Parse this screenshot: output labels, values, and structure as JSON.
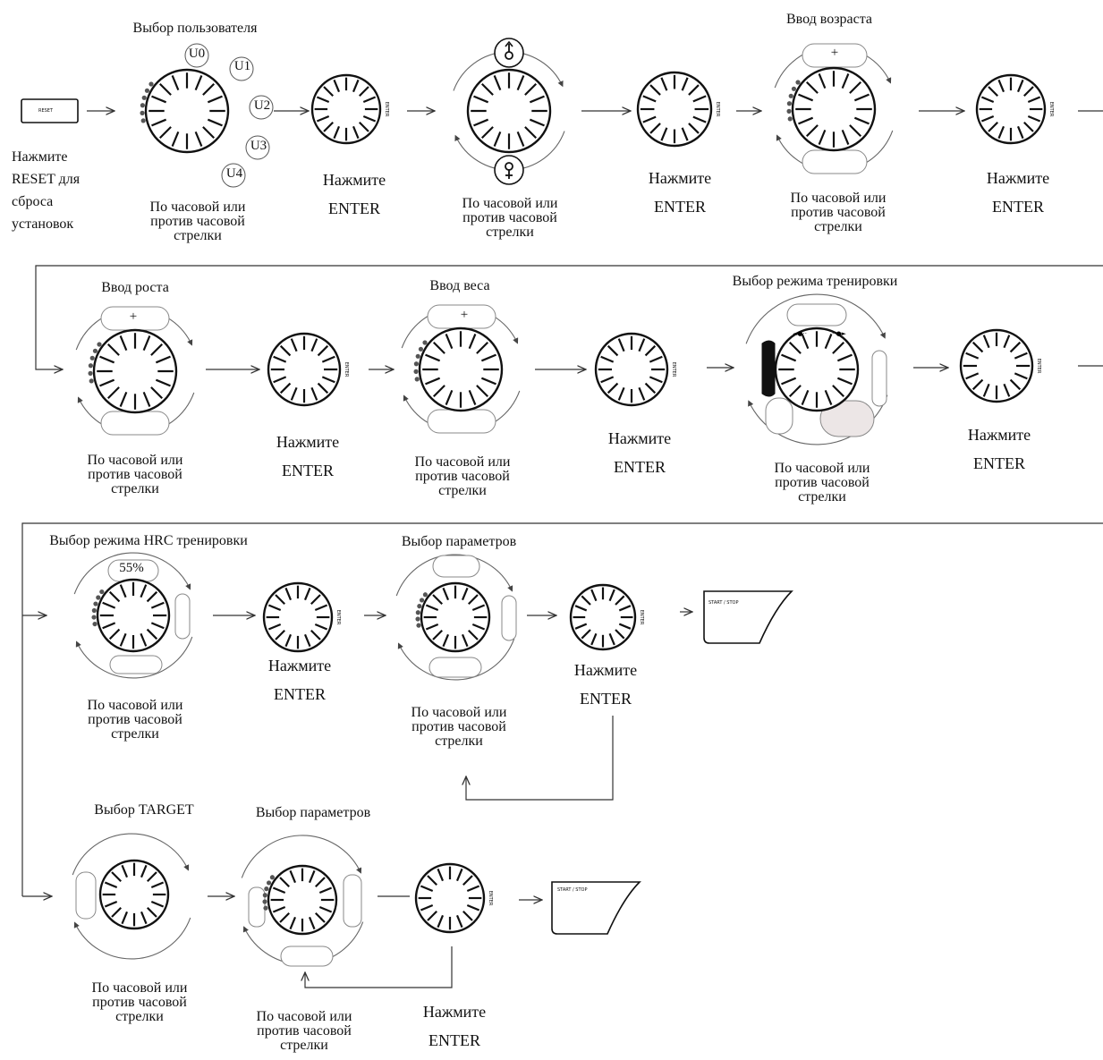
{
  "reset": {
    "button_label": "RESET",
    "caption": "Нажмите\nRESET для\nсброса\nустановок"
  },
  "rotate_caption": "По часовой или\nпротив часовой\nстрелки",
  "enter_caption": "Нажмите\nENTER",
  "dial_enter_label": "ENTER",
  "plus_sign": "+",
  "titles": {
    "user": "Выбор пользователя",
    "age": "Ввод возраста",
    "height": "Ввод роста",
    "weight": "Ввод веса",
    "program": "Выбор режима тренировки",
    "hrc": "Выбор режима HRC тренировки",
    "params1": "Выбор параметров",
    "target": "Выбор TARGET",
    "params2": "Выбор параметров"
  },
  "users": [
    "U0",
    "U1",
    "U2",
    "U3",
    "U4"
  ],
  "hrc_percent": "55%",
  "start_stop_label": "START / STOP"
}
